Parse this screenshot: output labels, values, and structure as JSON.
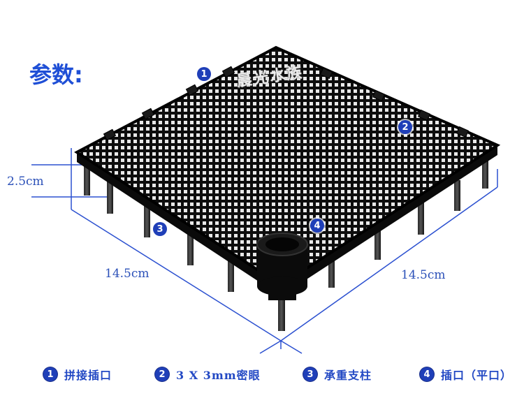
{
  "title": "参数:",
  "watermark": "晨光水族",
  "dimensions": {
    "height_label": "2.5cm",
    "left_width_label": "14.5cm",
    "right_width_label": "14.5cm"
  },
  "callouts": [
    "1",
    "2",
    "3",
    "4"
  ],
  "legend": [
    {
      "number": "1",
      "label": "拼接插口"
    },
    {
      "number": "2",
      "label": "3 X 3mm密眼"
    },
    {
      "number": "3",
      "label": "承重支柱"
    },
    {
      "number": "4",
      "label": "插口（平口）"
    }
  ],
  "colors": {
    "accent": "#1f4fd6",
    "badge": "#1f3fb8",
    "product": "#111111"
  }
}
